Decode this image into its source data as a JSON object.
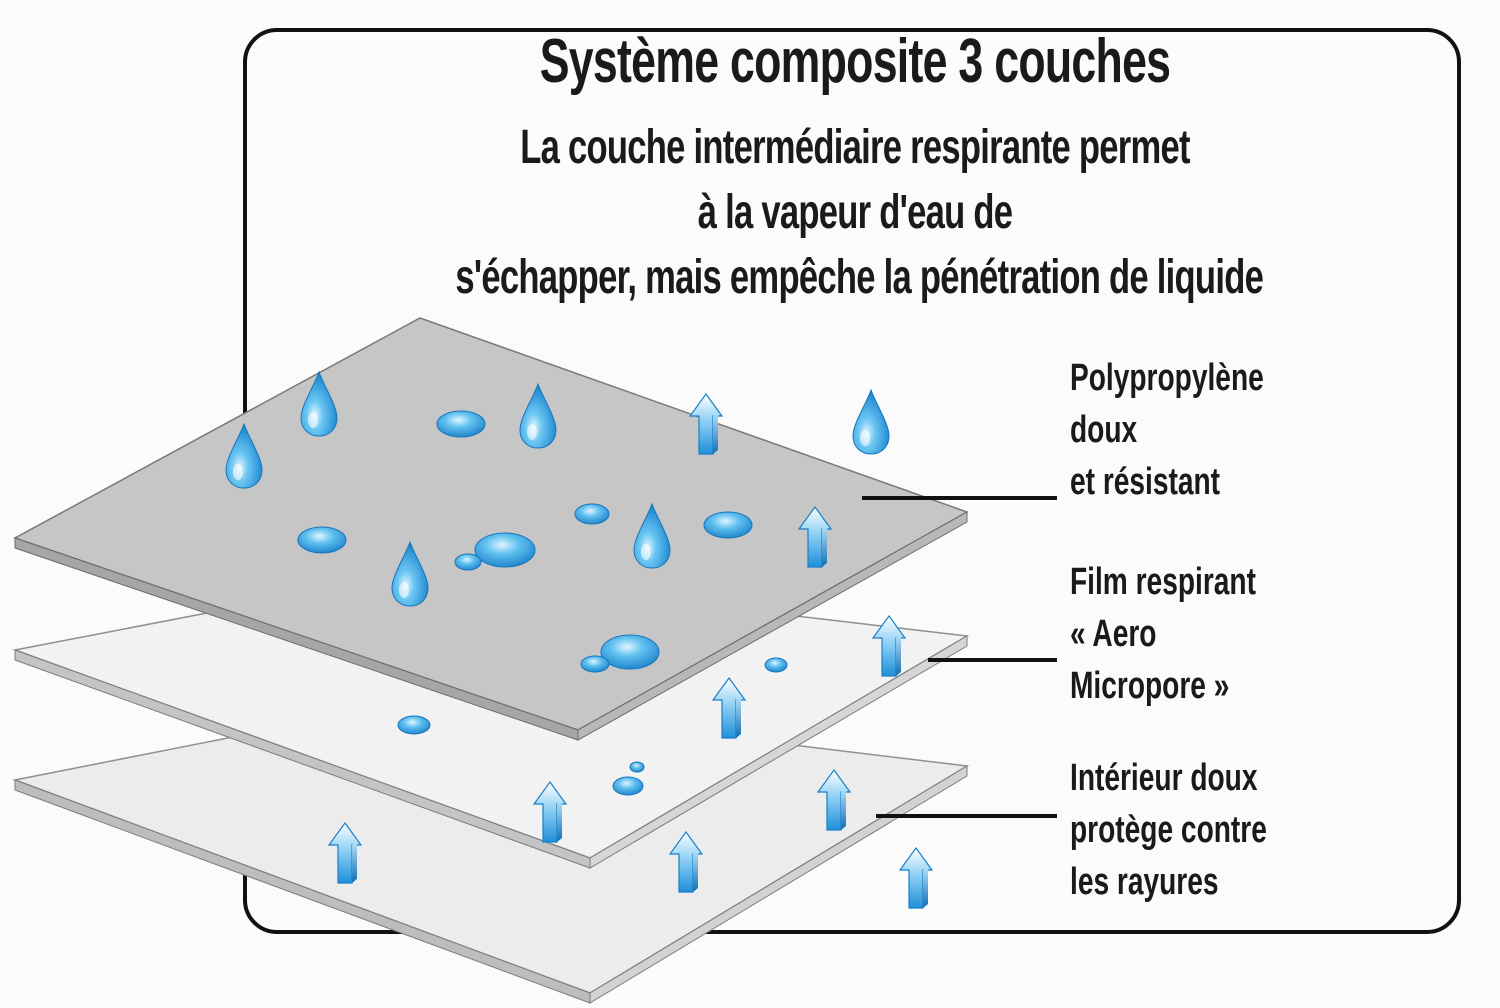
{
  "title": "Système composite 3 couches",
  "subtitle_lines": [
    "La couche intermédiaire respirante permet",
    "à la vapeur d'eau de",
    "s'échapper, mais empêche la pénétration de liquide"
  ],
  "layers": [
    {
      "name": "top",
      "label_lines": [
        "Polypropylène",
        "doux",
        "et résistant"
      ],
      "color": "#c4c4c4"
    },
    {
      "name": "middle",
      "label_lines": [
        "Film respirant",
        "« Aero",
        "Micropore »"
      ],
      "color": "#f0f0f0"
    },
    {
      "name": "bottom",
      "label_lines": [
        "Intérieur doux",
        "protège contre",
        "les rayures"
      ],
      "color": "#ececec"
    }
  ],
  "colors": {
    "droplet": "#2a9de0",
    "arrow": "#3aa6e6",
    "text": "#1a1a1a",
    "frame": "#111111"
  },
  "icons": [
    "water-droplet-icon",
    "vapor-arrow-icon"
  ]
}
